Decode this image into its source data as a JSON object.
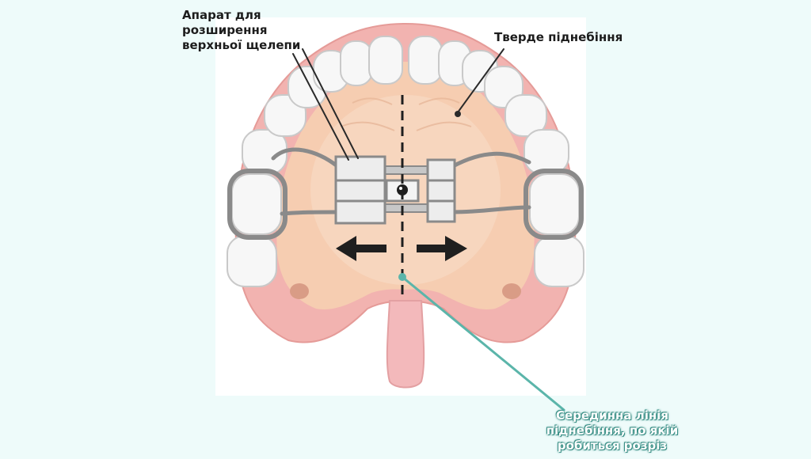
{
  "labels": {
    "appliance": [
      "Апарат для",
      "розширення",
      "верхньої щелепи"
    ],
    "hard_palate": "Тверде піднебіння",
    "midline": [
      "Серединна лінія",
      "піднебіння, по якій",
      "робиться розріз"
    ]
  },
  "colors": {
    "background": "#eefbfa",
    "gum": "#f2b3b0",
    "palate": "#f6cdb1",
    "tooth": "#f7f7f7",
    "appliance_metal": "#8a8a8a",
    "arrow": "#1f1f1f",
    "midline_leader": "#5bb5aa",
    "leader": "#2a2a2a"
  },
  "icons": {
    "expansion_arrows": "double-horizontal-arrow-icon",
    "leader_dot": "dot-icon"
  }
}
